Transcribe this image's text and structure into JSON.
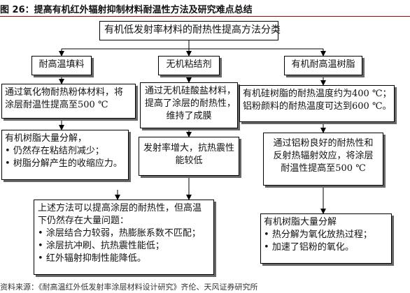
{
  "header": {
    "title": "图 26：提高有机红外辐射抑制材料耐温性方法及研究难点总结"
  },
  "diagram": {
    "root": "有机低发射率材料的耐热性提高方法分类",
    "categories": [
      "耐高温填料",
      "无机粘结剂",
      "有机耐高温树脂"
    ],
    "col1": {
      "method": [
        "通过氧化物耐热粉体材料，将",
        "涂层耐温性提高至500 ℃"
      ],
      "problem_title": "有机树脂大量分解，",
      "problem_items": [
        "仍然存在粘结剂减少；",
        "树脂分解产生的收缩应力。"
      ]
    },
    "col2": {
      "method": [
        "通过无机硅酸盐材料，",
        "提高了涂层的耐热性，",
        "维持了成膜"
      ],
      "problem": [
        "发射率增大，抗热震性",
        "能较低"
      ]
    },
    "col3": {
      "method": [
        "有机硅树脂的耐热温度约为400 ℃；",
        "铝粉颜料的耐热温度可达到600 ℃。"
      ],
      "improve": [
        "通过铝粉良好的耐热性和",
        "反射热辐射效应，将涂层",
        "耐温性提高至500 ℃"
      ],
      "problem_title": "有机树脂大量分解",
      "problem_items": [
        "热分解为氧化放热过程；",
        "加速了铝粉的氧化。"
      ]
    },
    "summary": {
      "intro": [
        "上述方法可以提高涂层的耐热性，但高温",
        "下仍然存在大量问题："
      ],
      "items": [
        "涂层结合力较弱，热膨胀系数不匹配；",
        "涂层抗冲刷、抗热震性能低；",
        "红外辐射抑制性能降低。"
      ]
    }
  },
  "footer": {
    "source": "资料来源：《耐高温红外低发射率涂层材料设计研究》齐伦、天风证券研究所"
  }
}
